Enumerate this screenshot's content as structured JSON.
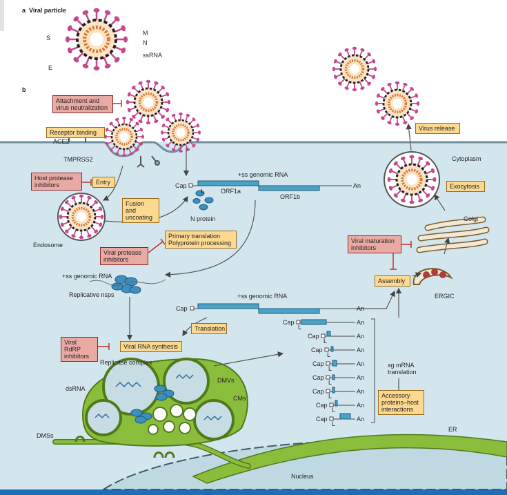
{
  "panel_a": {
    "label": "a",
    "title": "Viral particle",
    "S": "S",
    "M": "M",
    "N": "N",
    "ssRNA": "ssRNA",
    "E": "E"
  },
  "panel_b": {
    "label": "b",
    "attachment": "Attachment and\nvirus neutralization",
    "receptor_binding": "Receptor binding",
    "ace2": "ACE2",
    "tmprss2": "TMPRSS2",
    "host_protease": "Host protease\ninhibitors",
    "entry": "Entry",
    "fusion": "Fusion and\nuncoating",
    "endosome": "Endosome",
    "cap": "Cap",
    "l": "L",
    "ss_genomic_rna": "+ss genomic RNA",
    "orf1a": "ORF1a",
    "orf1b": "ORF1b",
    "an": "An",
    "n_protein": "N protein",
    "primary_translation": "Primary translation\nPolyprotein processing",
    "viral_protease": "Viral protease\ninhibitors",
    "replicative_nsps": "Replicative nsps",
    "ss_genomic_rna2": "+ss genomic RNA",
    "translation": "Translation",
    "viral_rdrp": "Viral RdRP\ninhibitors",
    "viral_rna_synthesis": "Viral RNA synthesis",
    "replicase_complex": "Replicase complex",
    "dsrna": "dsRNA",
    "dmvs": "DMVs",
    "cms": "CMs",
    "dmss": "DMSs",
    "sg_mrna": "sg mRNA\ntranslation",
    "accessory": "Accessory\nproteins–host\ninteractions",
    "assembly": "Assembly",
    "ergic": "ERGIC",
    "viral_maturation": "Viral maturation\ninhibitors",
    "golgi": "Golgi",
    "exocytosis": "Exocytosis",
    "virus_release": "Virus release",
    "cytoplasm": "Cytoplasm",
    "er": "ER",
    "nucleus": "Nucleus"
  },
  "colors": {
    "cytoplasm": "#d3e6ee",
    "pink_box": "#e8aaa3",
    "yellow_box": "#fbd991",
    "rna": "#4aa3c4",
    "er_green": "#8bbd3c",
    "spike": "#c7478f",
    "core": "#d9772c"
  }
}
